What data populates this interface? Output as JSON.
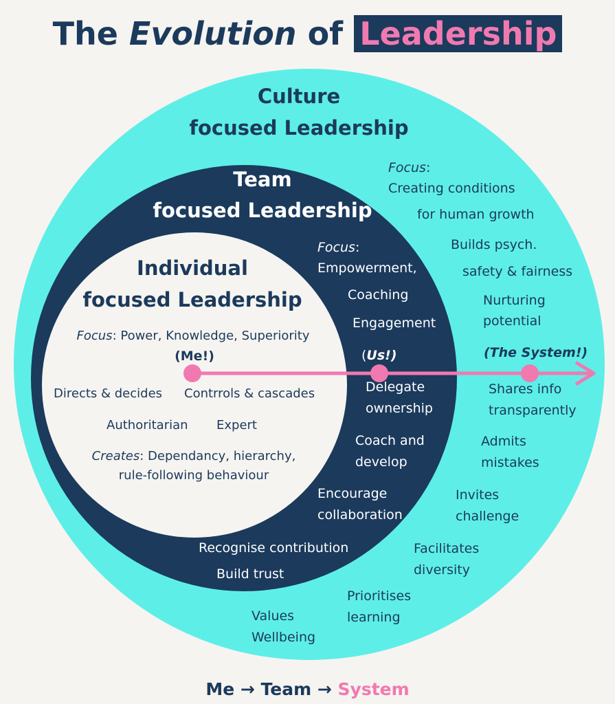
{
  "title": {
    "part1": "The",
    "part2": "Evolution",
    "part3": "of",
    "highlight": "Leadership"
  },
  "colors": {
    "background": "#f6f4f0",
    "culture": "#5eeee8",
    "team": "#1b3a5c",
    "individual": "#f6f4f0",
    "accent": "#f07ab0"
  },
  "culture": {
    "heading1": "Culture",
    "heading2": "focused Leadership",
    "focus_label": "Focus",
    "focus_colon": ":",
    "focus_lines": [
      "Creating conditions",
      "for human growth"
    ],
    "items": [
      "Builds psych.",
      "safety & fairness",
      "Nurturing",
      "potential",
      "Shares info",
      "transparently",
      "Admits",
      "mistakes",
      "Invites",
      "challenge",
      "Facilitates",
      "diversity",
      "Prioritises",
      "learning",
      "Values",
      "Wellbeing"
    ],
    "marker": "(The System!)"
  },
  "team": {
    "heading1": "Team",
    "heading2": "focused Leadership",
    "focus_label": "Focus",
    "focus_colon": ":",
    "focus_lines": [
      "Empowerment,",
      "Coaching",
      "Engagement"
    ],
    "marker_open": "(",
    "marker_text": "Us!)",
    "items": [
      "Delegate",
      "ownership",
      "Coach and",
      "develop",
      "Encourage",
      "collaboration",
      "Recognise contribution",
      "Build trust"
    ]
  },
  "individual": {
    "heading1": "Individual",
    "heading2": "focused Leadership",
    "focus_label": "Focus",
    "focus_text": ": Power, Knowledge, Superiority",
    "marker": "(Me!)",
    "items": [
      "Directs & decides",
      "Contrrols & cascades",
      "Authoritarian",
      "Expert"
    ],
    "creates_label": "Creates",
    "creates_text": ": Dependancy, hierarchy,",
    "creates_line2": "rule-following behaviour"
  },
  "footer": {
    "me": "Me",
    "arrow1": "→",
    "team": "Team",
    "arrow2": "→",
    "system": "System"
  }
}
